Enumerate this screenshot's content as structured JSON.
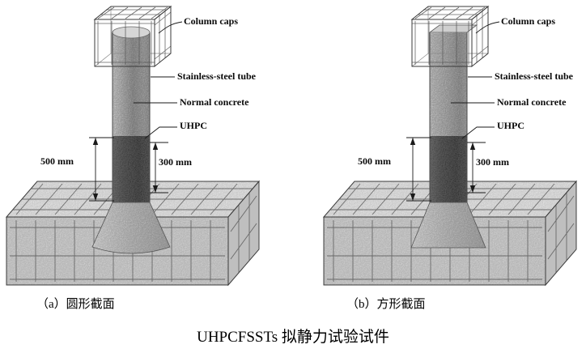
{
  "figure": {
    "panel_a": {
      "caption": "（a）圆形截面"
    },
    "panel_b": {
      "caption": "（b）方形截面"
    },
    "main_caption": "UHPCFSSTs 拟静力试验试件",
    "labels": {
      "column_caps": "Column caps",
      "stainless_steel_tube": "Stainless-steel tube",
      "normal_concrete": "Normal concrete",
      "uhpc": "UHPC",
      "dim_left": "500 mm",
      "dim_right": "300 mm"
    }
  }
}
